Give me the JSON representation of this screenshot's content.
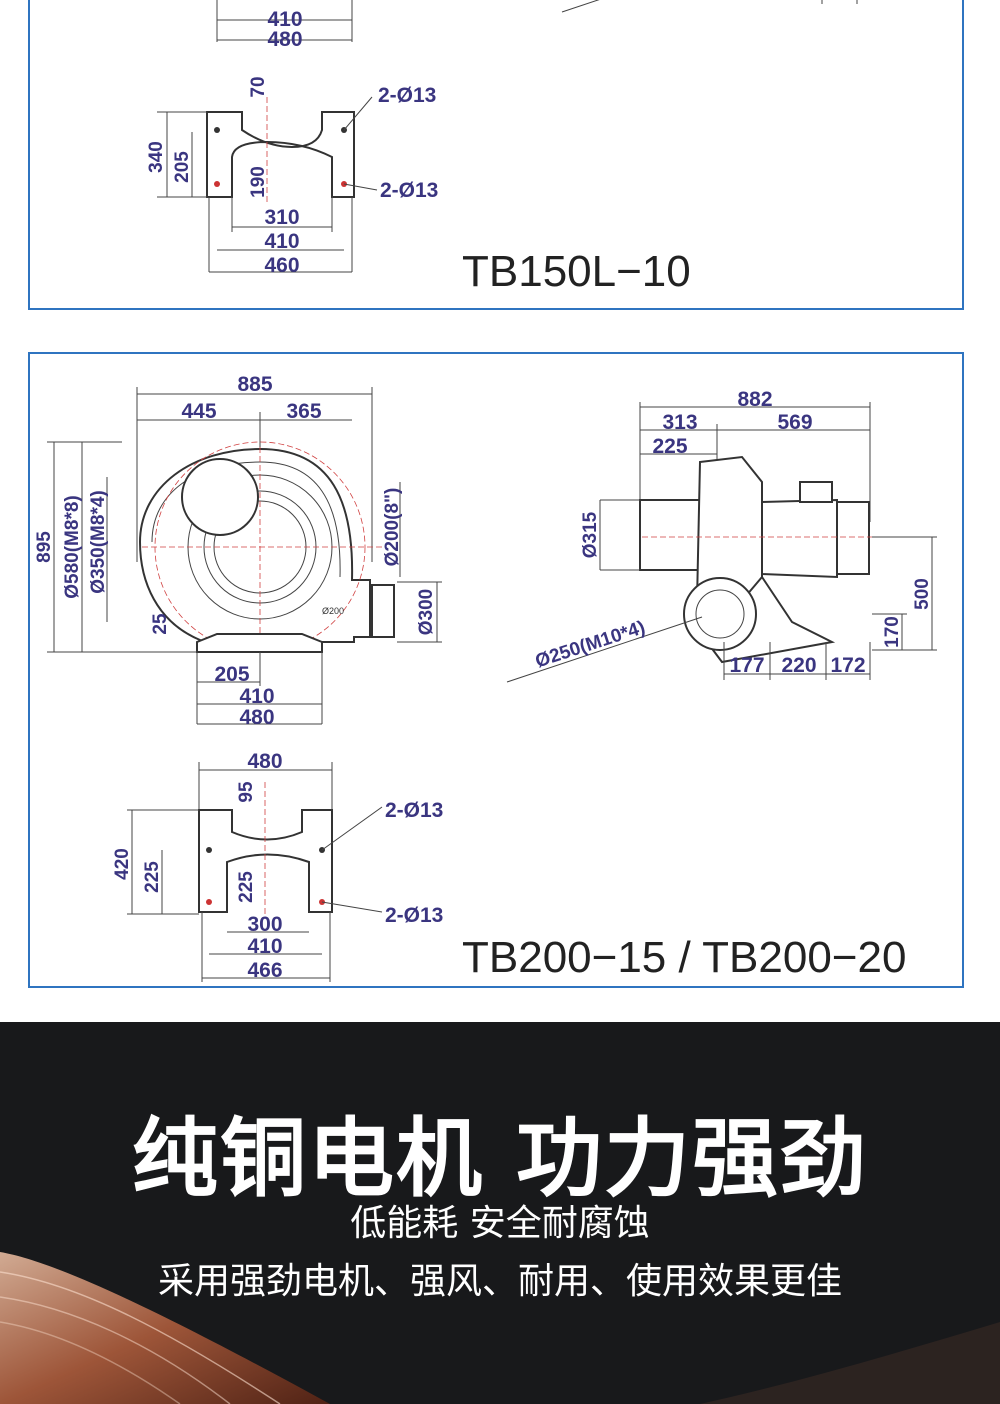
{
  "panel1": {
    "top_dims": [
      "410",
      "480"
    ],
    "base_view": {
      "top": "70",
      "left_outer": "340",
      "left_inner": "205",
      "center": "190",
      "hole_top": "2-Ø13",
      "hole_bottom": "2-Ø13",
      "bottom_dims": [
        "310",
        "410",
        "460"
      ]
    },
    "model": "TB150L−10"
  },
  "panel2": {
    "front_view": {
      "width": "885",
      "left": "445",
      "right": "365",
      "height": "895",
      "d1": "Ø580(M8*8)",
      "d2": "Ø350(M8*4)",
      "outlet": "Ø200(8\")",
      "outlet_small": "Ø200",
      "flange": "Ø300",
      "bottom_offset": "25",
      "base_dims": [
        "205",
        "410",
        "480"
      ]
    },
    "side_view": {
      "total": "882",
      "a": "313",
      "b": "569",
      "c": "225",
      "inlet": "Ø315",
      "outlet": "Ø250(M10*4)",
      "height": "500",
      "low": "170",
      "base_dims": [
        "177",
        "220",
        "172"
      ]
    },
    "base_view": {
      "top_width": "480",
      "top": "95",
      "left_outer": "420",
      "left_inner": "225",
      "center": "225",
      "hole_top": "2-Ø13",
      "hole_bottom": "2-Ø13",
      "bottom_dims": [
        "300",
        "410",
        "466"
      ]
    },
    "model": "TB200−15 / TB200−20"
  },
  "banner": {
    "title": "纯铜电机 功力强劲",
    "subtitle1": "低能耗 安全耐腐蚀",
    "subtitle2": "采用强劲电机、强风、耐用、使用效果更佳"
  },
  "colors": {
    "border": "#2f74c0",
    "dimension": "#3a3580",
    "banner_bg": "#18191b"
  }
}
